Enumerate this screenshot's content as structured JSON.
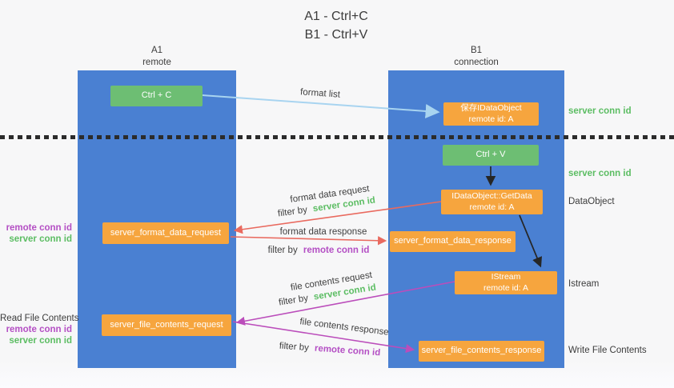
{
  "title": [
    "A1 - Ctrl+C",
    "B1 - Ctrl+V"
  ],
  "lanes": {
    "left": {
      "name": "A1",
      "subtitle": "remote"
    },
    "right": {
      "name": "B1",
      "subtitle": "connection"
    }
  },
  "nodes": {
    "ctrl_c": {
      "label": "Ctrl + C"
    },
    "save_idataobject": {
      "line1": "保存IDataObject",
      "line2": "remote id: A"
    },
    "ctrl_v": {
      "label": "Ctrl + V"
    },
    "getdata": {
      "line1": "IDataObject::GetData",
      "line2": "remote id: A"
    },
    "format_request": {
      "label": "server_format_data_request"
    },
    "format_response": {
      "label": "server_format_data_response"
    },
    "istream": {
      "line1": "IStream",
      "line2": "remote id: A"
    },
    "file_request": {
      "label": "server_file_contents_request"
    },
    "file_response": {
      "label": "server_file_contents_response"
    }
  },
  "flow_labels": {
    "format_list": "format list",
    "format_data_request": "format data request",
    "format_data_response": "format data response",
    "file_contents_request": "file contents request",
    "file_contents_response": "file contents response",
    "filter_by": "filter by",
    "server_conn_id": "server conn id",
    "remote_conn_id": "remote conn id"
  },
  "side_labels": {
    "server_conn_id": "server conn id",
    "remote_conn_id": "remote conn id",
    "dataobject": "DataObject",
    "istream": "Istream",
    "read_file_contents": "Read File Contents",
    "write_file_contents": "Write File Contents"
  },
  "colors": {
    "lane_blue": "#4a80d2",
    "node_green": "#6dbe73",
    "node_orange": "#f6a53e",
    "arrow_lightblue": "#a8d4f0",
    "arrow_red": "#e96a5f",
    "arrow_magenta": "#bb4dbb",
    "arrow_black": "#262626",
    "text_green": "#5cbd63",
    "text_purple": "#b44fc4"
  }
}
